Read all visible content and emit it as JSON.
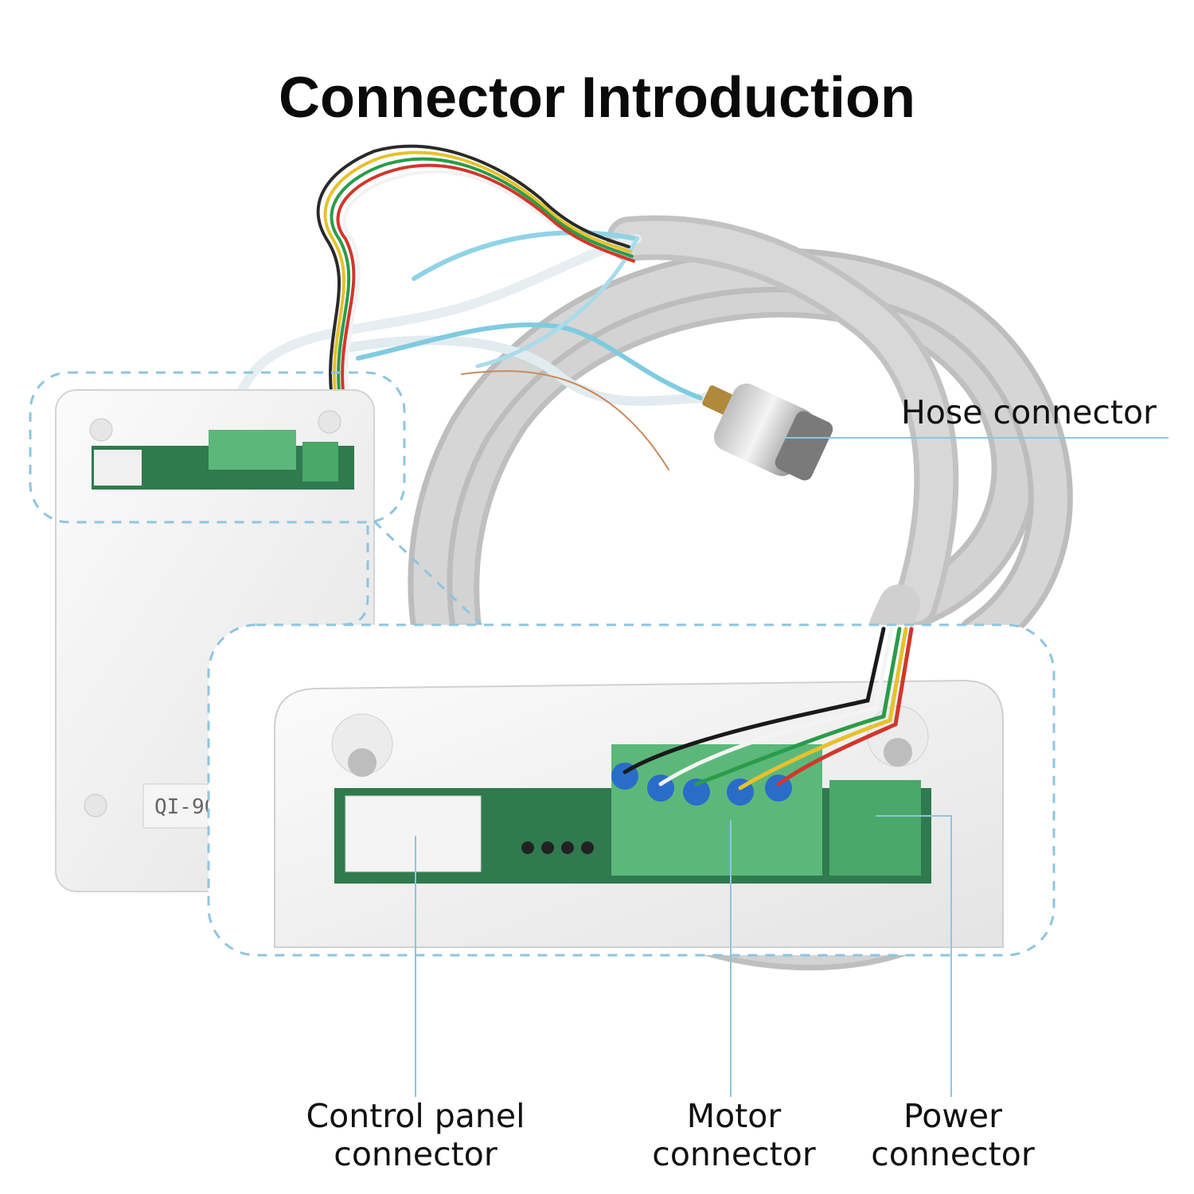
{
  "title": "Connector Introduction",
  "labels": {
    "hose": "Hose connector",
    "control_panel": [
      "Control panel",
      "connector"
    ],
    "motor": [
      "Motor",
      "connector"
    ],
    "power": [
      "Power",
      "connector"
    ]
  },
  "device": {
    "model_text": "QI-90"
  },
  "colors": {
    "callout_line": "#8ec5e0",
    "highlight_dash": "#8ec5e0",
    "terminal_green": "#5cb87a",
    "terminal_blue": "#2b6cc9",
    "cable_gray": "#c9c9c9",
    "enclosure_white": "#f2f2f2"
  }
}
